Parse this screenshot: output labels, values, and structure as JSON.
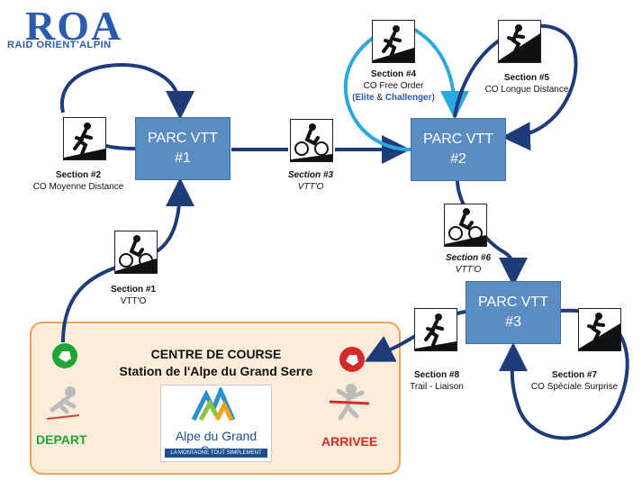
{
  "logo": {
    "big": "ROA",
    "small": "RAID ORIENT'ALPIN"
  },
  "parcs": [
    {
      "line1": "PARC VTT",
      "line2": "#1"
    },
    {
      "line1": "PARC VTT",
      "line2": "#2"
    },
    {
      "line1": "PARC VTT",
      "line2": "#3"
    }
  ],
  "sections": {
    "s1": {
      "title": "Section #1",
      "sub": "VTT'O"
    },
    "s2": {
      "title": "Section #2",
      "sub": "CO Moyenne Distance"
    },
    "s3": {
      "title": "Section #3",
      "sub": "VTT'O"
    },
    "s4": {
      "title": "Section #4",
      "sub": "CO Free Order",
      "open": "(",
      "elite": "Elite",
      "amp": " & ",
      "challenger": "Challenger",
      "close": ")"
    },
    "s5": {
      "title": "Section #5",
      "sub": "CO Longue Distance"
    },
    "s6": {
      "title": "Section #6",
      "sub": "VTT'O"
    },
    "s7": {
      "title": "Section #7",
      "sub": "CO Spéciale Surprise"
    },
    "s8": {
      "title": "Section #8",
      "sub": "Trail - Liaison"
    }
  },
  "centre": {
    "title": "CENTRE DE COURSE",
    "subtitle": "Station de l'Alpe du Grand Serre"
  },
  "depart": "DEPART",
  "arrivee": "ARRIVEE",
  "resort_logo": {
    "name": "Alpe du Grand Serre",
    "tagline": "LA MONTAGNE TOUT SIMPLEMENT"
  },
  "colors": {
    "arrow": "#1f3b7a",
    "arrow_light": "#2aa8e0",
    "parc": "#5b8cc4",
    "green": "#22a335",
    "red": "#d62a2a",
    "orange": "#f0a25a"
  }
}
